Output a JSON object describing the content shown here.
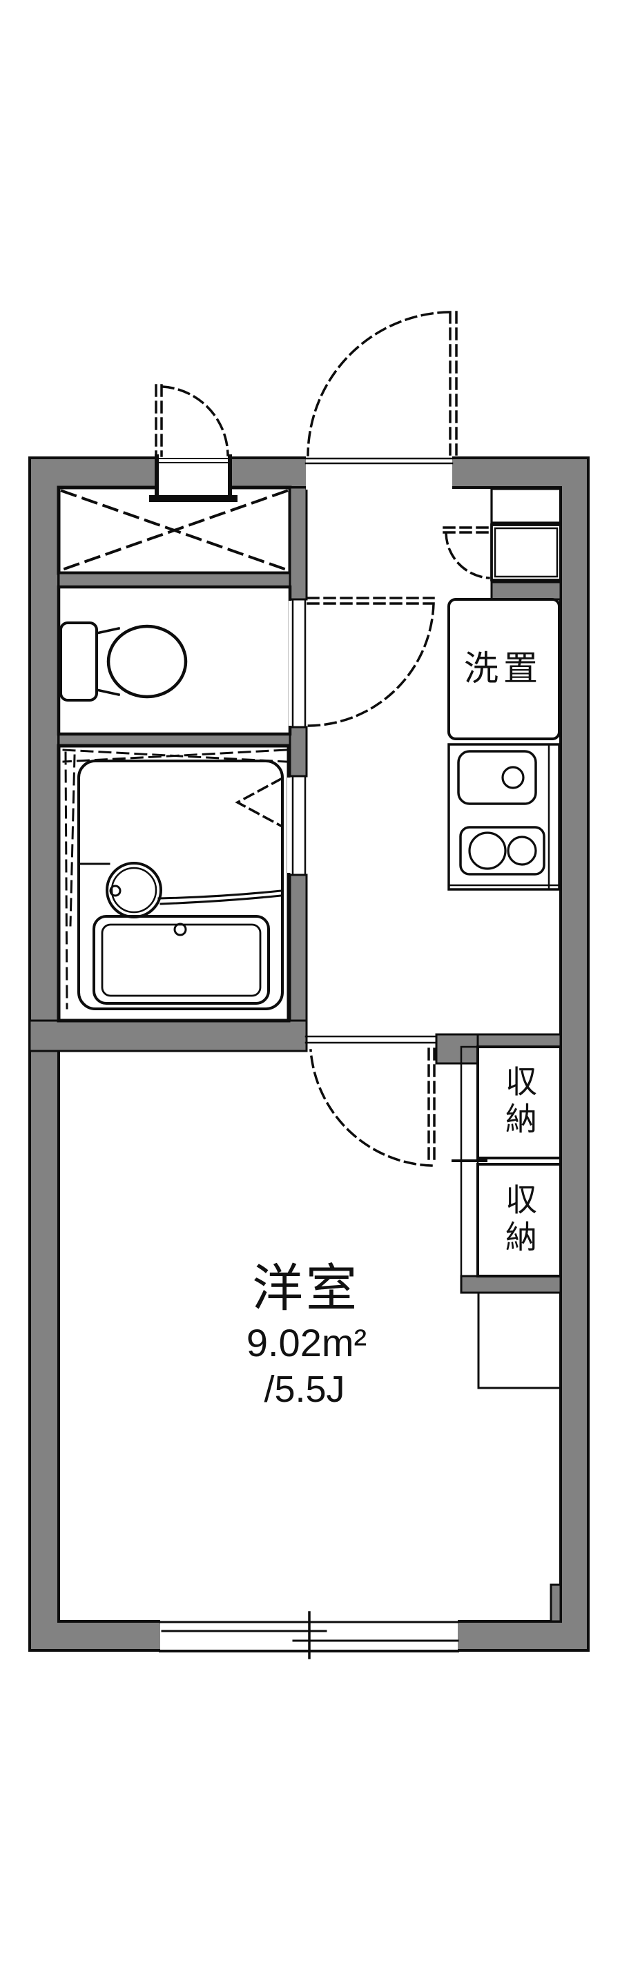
{
  "colors": {
    "wall_gray": "#828282",
    "fixture_blue": "#e3edfb",
    "storage_beige": "#fbf0d6",
    "line_black": "#0d0d0d"
  },
  "floorplan": {
    "main_room": {
      "name": "洋室",
      "area": "9.02m²",
      "tatami": "/5.5J"
    },
    "laundry": {
      "label": "洗置"
    },
    "storage_upper": {
      "label": "収納"
    },
    "storage_lower": {
      "label": "収納"
    }
  }
}
